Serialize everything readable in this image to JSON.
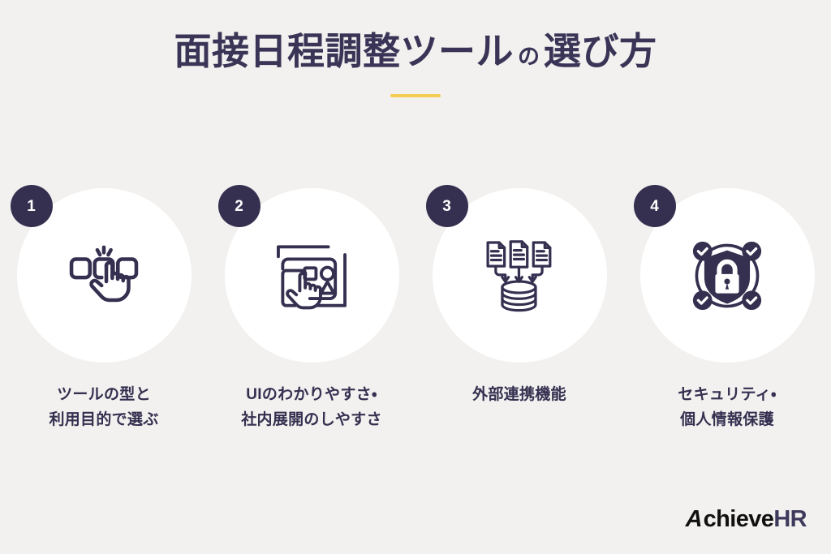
{
  "page": {
    "background_color": "#f2f1ef",
    "accent_color": "#f5cd52",
    "primary_color": "#353050"
  },
  "title": {
    "main_before": "面接日程調整ツール",
    "particle": "の",
    "main_after": "選び方"
  },
  "steps": [
    {
      "number": "1",
      "icon": "click-cursor-buttons-icon",
      "caption": "ツールの型と\n利用目的で選ぶ"
    },
    {
      "number": "2",
      "icon": "ui-screens-touch-icon",
      "caption": "UIのわかりやすさ・\n社内展開のしやすさ"
    },
    {
      "number": "3",
      "icon": "documents-to-database-icon",
      "caption": "外部連携機能"
    },
    {
      "number": "4",
      "icon": "shield-lock-verified-icon",
      "caption": "セキュリティ・\n個人情報保護"
    }
  ],
  "logo": {
    "mark": "A",
    "word": "chieve",
    "suffix": "HR"
  }
}
